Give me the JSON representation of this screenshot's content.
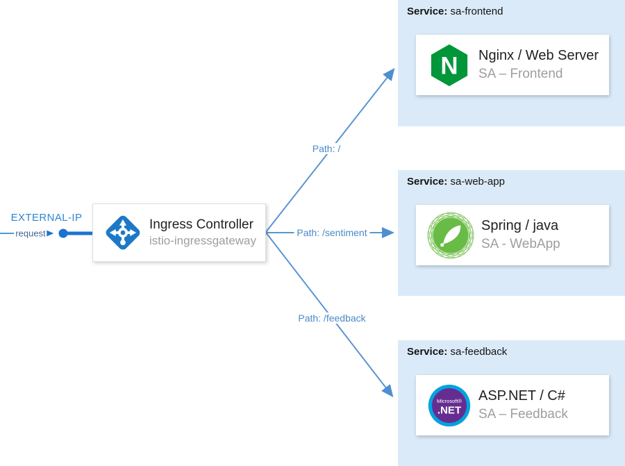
{
  "external": {
    "label": "EXTERNAL-IP",
    "request_label": "request"
  },
  "ingress": {
    "title": "Ingress Controller",
    "subtitle": "istio-ingressgateway",
    "icon": "istio-gateway-icon"
  },
  "routes": [
    {
      "path_label": "Path: /",
      "target": "sa-frontend"
    },
    {
      "path_label": "Path: /sentiment",
      "target": "sa-web-app"
    },
    {
      "path_label": "Path: /feedback",
      "target": "sa-feedback"
    }
  ],
  "services": [
    {
      "service_label": "Service:",
      "service_name": "sa-frontend",
      "card": {
        "title": "Nginx / Web Server",
        "subtitle": "SA – Frontend",
        "icon": "nginx-logo",
        "logo_letter": "N"
      }
    },
    {
      "service_label": "Service:",
      "service_name": "sa-web-app",
      "card": {
        "title": "Spring / java",
        "subtitle": "SA - WebApp",
        "icon": "spring-logo"
      }
    },
    {
      "service_label": "Service:",
      "service_name": "sa-feedback",
      "card": {
        "title": "ASP.NET / C#",
        "subtitle": "SA – Feedback",
        "icon": "dotnet-logo",
        "logo_brand": "Microsoft®",
        "logo_name": ".NET"
      }
    }
  ],
  "colors": {
    "panel_bg": "#daeaf8",
    "arrow_blue": "#5b94d2",
    "path_text_blue": "#4a89c8",
    "external_ip_blue": "#2e86d1",
    "request_line_blue": "#1a73d0",
    "istio_blue": "#1d79c7",
    "nginx_green": "#009639",
    "spring_green": "#68bc45",
    "dotnet_purple": "#662d91",
    "dotnet_cyan": "#00a3e0",
    "title_dark": "#212121",
    "subtitle_gray": "#9e9e9e"
  }
}
